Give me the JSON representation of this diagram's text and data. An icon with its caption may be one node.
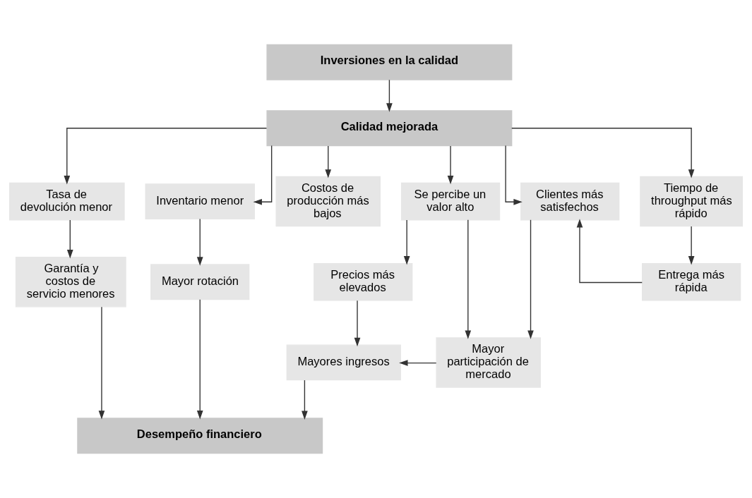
{
  "diagram": {
    "nodes": [
      {
        "text": [
          "Inversiones en la calidad"
        ]
      },
      {
        "text": [
          "Calidad mejorada"
        ]
      },
      {
        "text": [
          "Tasa de devolución menor"
        ]
      },
      {
        "text": [
          "Inventario menor"
        ]
      },
      {
        "text": [
          "Costos de producción más bajos"
        ]
      },
      {
        "text": [
          "Se percibe un valor alto"
        ]
      },
      {
        "text": [
          "Clientes más satisfechos"
        ]
      },
      {
        "text": [
          "Tiempo de throughput más rápido"
        ]
      },
      {
        "text": [
          "Garantía y costos de servicio menores"
        ]
      },
      {
        "text": [
          "Mayor rotación"
        ]
      },
      {
        "text": [
          "Precios más elevados"
        ]
      },
      {
        "text": [
          "Entrega más rápida"
        ]
      },
      {
        "text": [
          "Mayores ingresos"
        ]
      },
      {
        "text": [
          "Mayor participación de mercado"
        ]
      },
      {
        "text": [
          "Desempeño financiero"
        ]
      }
    ],
    "edges": [
      {
        "from": 0,
        "to": 1,
        "arrow": "to"
      },
      {
        "from": 1,
        "to": 2,
        "arrow": "to"
      },
      {
        "from": 1,
        "to": 3,
        "arrow": "to"
      },
      {
        "from": 1,
        "to": 4,
        "arrow": "to"
      },
      {
        "from": 1,
        "to": 5,
        "arrow": "to"
      },
      {
        "from": 1,
        "to": 6,
        "arrow": "to"
      },
      {
        "from": 1,
        "to": 7,
        "arrow": "to"
      },
      {
        "from": 2,
        "to": 8,
        "arrow": "to"
      },
      {
        "from": 3,
        "to": 9,
        "arrow": "to"
      },
      {
        "from": 5,
        "to": 10,
        "arrow": "to"
      },
      {
        "from": 5,
        "to": 13,
        "arrow": "to"
      },
      {
        "from": 6,
        "to": 13,
        "arrow": "to"
      },
      {
        "from": 7,
        "to": 11,
        "arrow": "to"
      },
      {
        "from": 11,
        "to": 6,
        "arrow": "to"
      },
      {
        "from": 10,
        "to": 12,
        "arrow": "to"
      },
      {
        "from": 13,
        "to": 12,
        "arrow": "to"
      },
      {
        "from": 12,
        "to": 14,
        "arrow": "to"
      },
      {
        "from": 9,
        "to": 14,
        "arrow": "to"
      },
      {
        "from": 8,
        "to": 14,
        "arrow": "to"
      }
    ]
  }
}
